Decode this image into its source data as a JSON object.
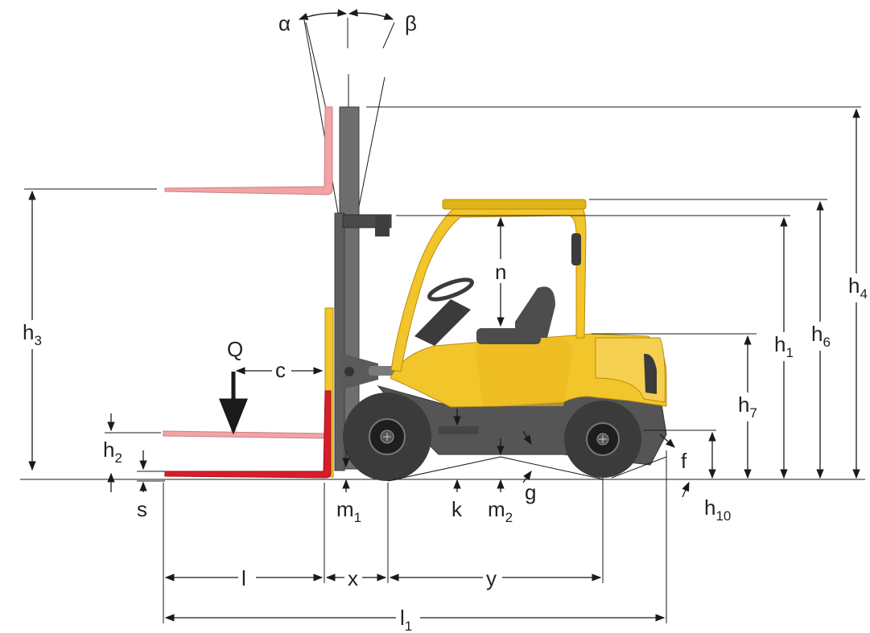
{
  "labels": {
    "alpha": "α",
    "beta": "β",
    "Q": "Q",
    "c": "c",
    "h1": {
      "base": "h",
      "sub": "1"
    },
    "h2": {
      "base": "h",
      "sub": "2"
    },
    "h3": {
      "base": "h",
      "sub": "3"
    },
    "h4": {
      "base": "h",
      "sub": "4"
    },
    "h6": {
      "base": "h",
      "sub": "6"
    },
    "h7": {
      "base": "h",
      "sub": "7"
    },
    "h10": {
      "base": "h",
      "sub": "10"
    },
    "n": "n",
    "s": "s",
    "m1": {
      "base": "m",
      "sub": "1"
    },
    "m2": {
      "base": "m",
      "sub": "2"
    },
    "k": "k",
    "g": "g",
    "f": "f",
    "l": "l",
    "l1": {
      "base": "l",
      "sub": "1"
    },
    "x": "x",
    "y": "y"
  },
  "colors": {
    "body_yellow": "#f2c52a",
    "body_yellow_dark": "#d9a81a",
    "chassis_grey": "#555555",
    "mast_grey": "#6e6e6e",
    "fork_pink": "#f2a3a6",
    "fork_red": "#d81e2a",
    "tire_dark": "#3b3b3b",
    "line": "#1a1a1a"
  }
}
